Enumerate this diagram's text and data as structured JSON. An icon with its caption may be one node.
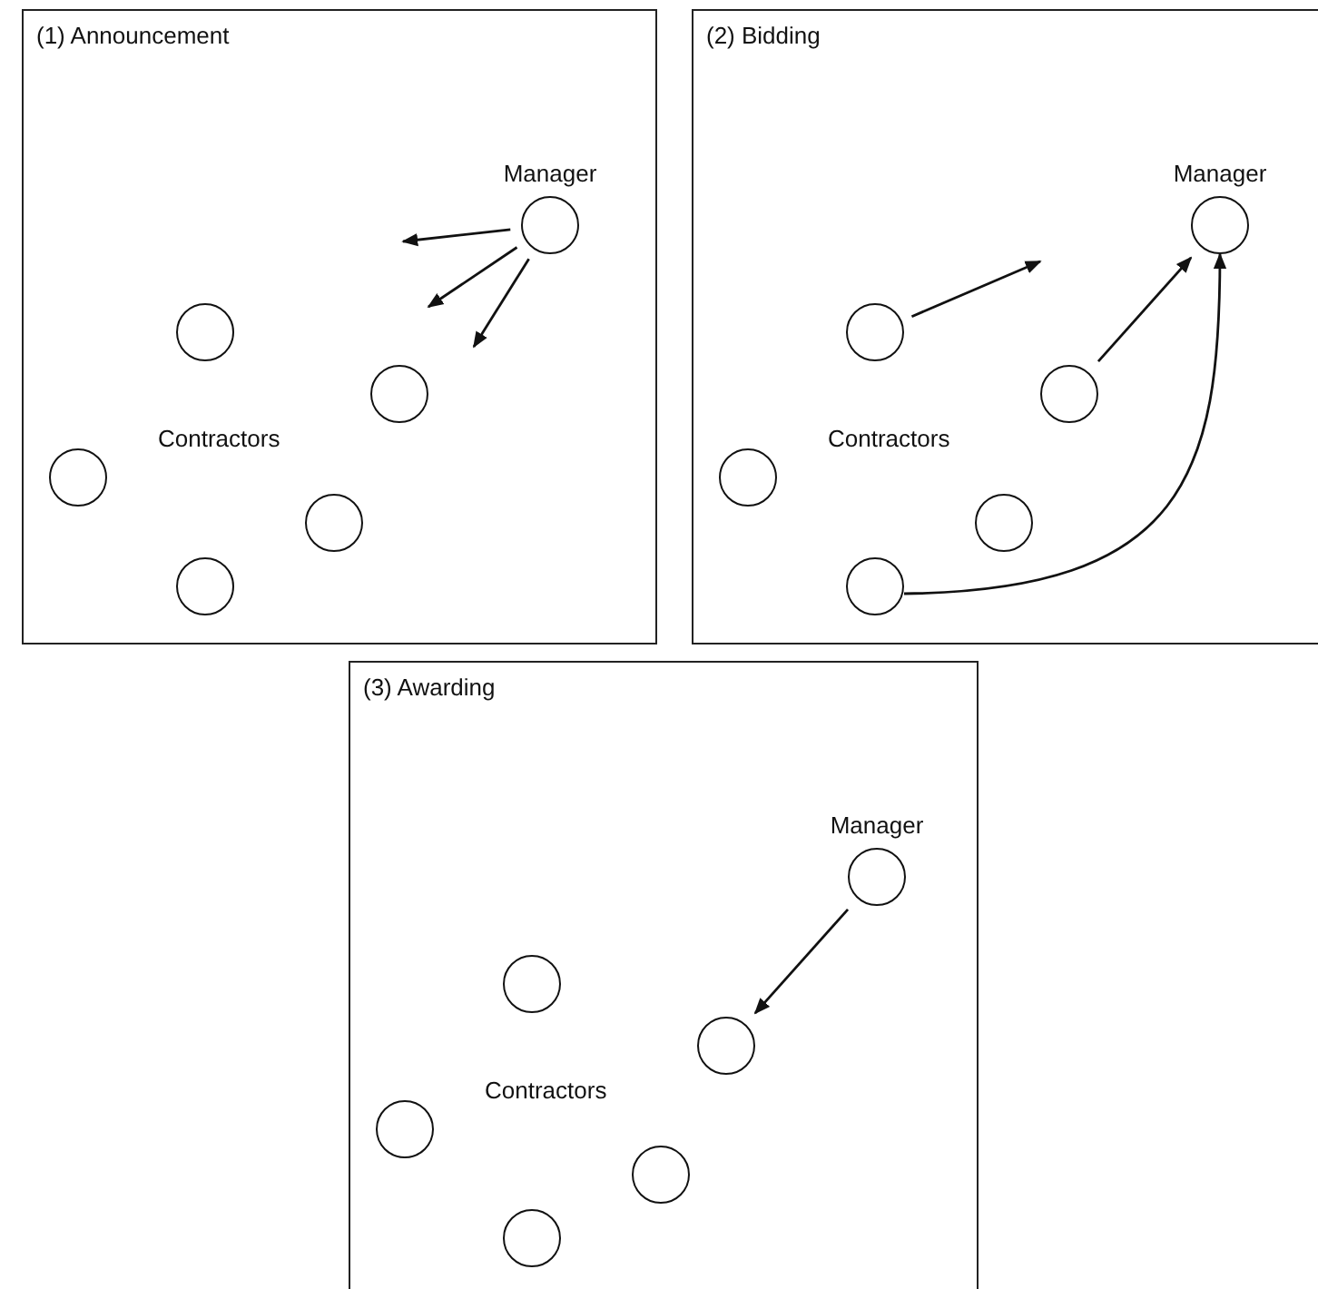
{
  "diagram": {
    "nodes": [
      {
        "text": [
          "(1) Announcement"
        ]
      },
      {
        "text": [],
        "shape": "circle",
        "in": 0,
        "beside": [
          "Manager"
        ]
      },
      {
        "text": [],
        "shape": "circle",
        "in": 0
      },
      {
        "text": [],
        "shape": "circle",
        "in": 0
      },
      {
        "text": [],
        "shape": "circle",
        "in": 0
      },
      {
        "text": [],
        "shape": "circle",
        "in": 0
      },
      {
        "text": [],
        "shape": "circle",
        "in": 0
      },
      {
        "text": [
          "(2) Bidding"
        ]
      },
      {
        "text": [],
        "shape": "circle",
        "in": 7,
        "beside": [
          "Manager"
        ]
      },
      {
        "text": [],
        "shape": "circle",
        "in": 7
      },
      {
        "text": [],
        "shape": "circle",
        "in": 7
      },
      {
        "text": [],
        "shape": "circle",
        "in": 7
      },
      {
        "text": [],
        "shape": "circle",
        "in": 7
      },
      {
        "text": [],
        "shape": "circle",
        "in": 7
      },
      {
        "text": [
          "(3) Awarding"
        ]
      },
      {
        "text": [],
        "shape": "circle",
        "in": 14,
        "beside": [
          "Manager"
        ]
      },
      {
        "text": [],
        "shape": "circle",
        "in": 14
      },
      {
        "text": [],
        "shape": "circle",
        "in": 14
      },
      {
        "text": [],
        "shape": "circle",
        "in": 14
      },
      {
        "text": [],
        "shape": "circle",
        "in": 14
      },
      {
        "text": [],
        "shape": "circle",
        "in": 14
      }
    ],
    "edges": [
      {
        "from": 1,
        "to": null,
        "arrow": "to"
      },
      {
        "from": 1,
        "to": null,
        "arrow": "to"
      },
      {
        "from": 1,
        "to": null,
        "arrow": "to"
      },
      {
        "from": 9,
        "to": null,
        "arrow": "to"
      },
      {
        "from": 10,
        "to": 8,
        "arrow": "to"
      },
      {
        "from": 13,
        "to": 8,
        "arrow": "to"
      },
      {
        "from": 15,
        "to": 17,
        "arrow": "to"
      }
    ],
    "labels": [
      "Contractors",
      "Contractors",
      "Contractors"
    ]
  }
}
